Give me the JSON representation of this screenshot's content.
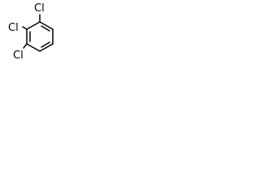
{
  "molecule": {
    "substituents": [
      {
        "label": "Cl"
      },
      {
        "label": "Cl"
      },
      {
        "label": "Cl"
      }
    ]
  }
}
